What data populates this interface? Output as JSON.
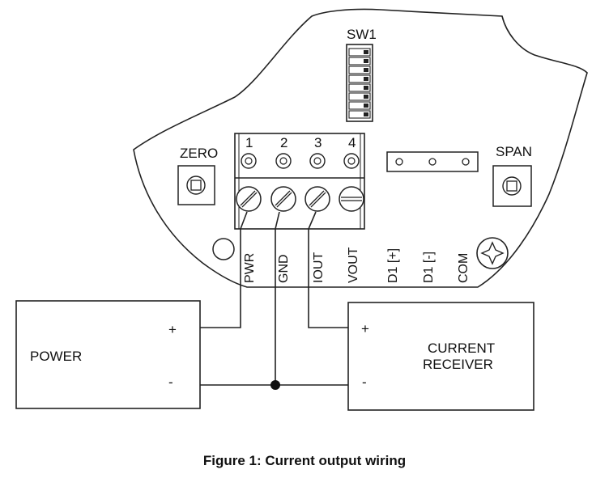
{
  "board": {
    "sw1_label": "SW1",
    "zero_label": "ZERO",
    "span_label": "SPAN",
    "terminal_numbers": [
      "1",
      "2",
      "3",
      "4"
    ],
    "pin_labels": [
      "PWR",
      "GND",
      "IOUT",
      "VOUT",
      "D1 [+]",
      "D1 [-]",
      "COM"
    ]
  },
  "power_box": {
    "label": "POWER",
    "plus": "+",
    "minus": "-"
  },
  "receiver_box": {
    "label_line1": "CURRENT",
    "label_line2": "RECEIVER",
    "plus": "+",
    "minus": "-"
  },
  "caption": "Figure 1: Current output wiring"
}
